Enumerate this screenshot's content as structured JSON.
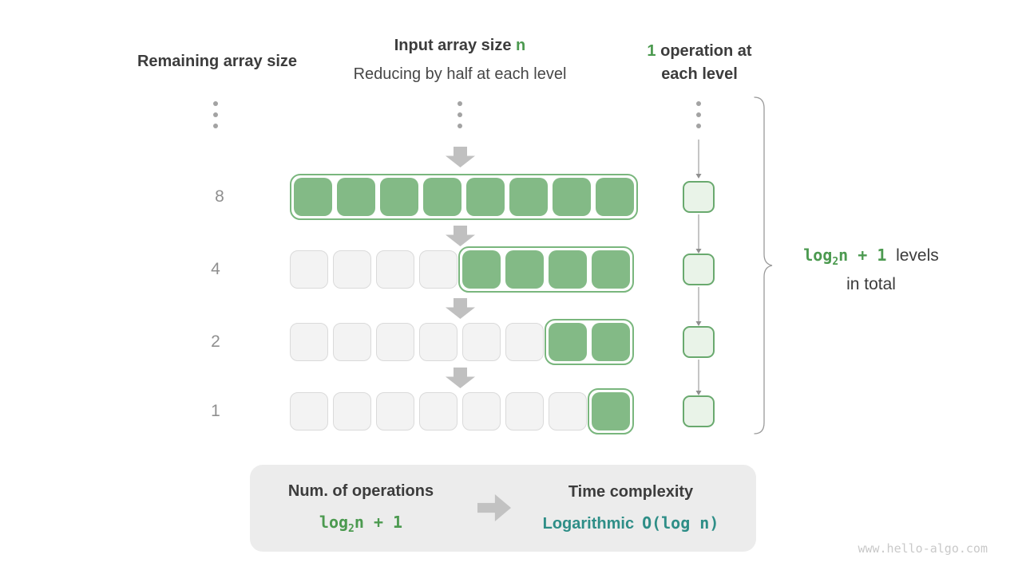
{
  "headers": {
    "left": "Remaining array size",
    "middle_bold": "Input array size",
    "middle_var": "n",
    "middle_sub": "Reducing by half at each level",
    "right_num": "1",
    "right_rest": " operation at each level"
  },
  "rows": [
    {
      "label": "8",
      "total": 8,
      "active": 8
    },
    {
      "label": "4",
      "total": 8,
      "active": 4
    },
    {
      "label": "2",
      "total": 8,
      "active": 2
    },
    {
      "label": "1",
      "total": 8,
      "active": 1
    }
  ],
  "ops_column": {
    "count": 4
  },
  "brace_note": {
    "formula_log": "log",
    "formula_sub": "2",
    "formula_tail": "n + 1",
    "line1_text": "levels",
    "line2_text": "in total"
  },
  "summary": {
    "left_title": "Num. of operations",
    "left_formula_log": "log",
    "left_formula_sub": "2",
    "left_formula_tail": "n + 1",
    "right_title": "Time complexity",
    "right_word": "Logarithmic",
    "right_code": "O(log n)"
  },
  "watermark": "www.hello-algo.com",
  "colors": {
    "green-text": "#4c9a50",
    "cell-green": "#83ba86",
    "outline-green": "#79b67d",
    "ops-border": "#69a96e",
    "ops-fill": "#e9f3e8",
    "teal": "#2e8e87"
  }
}
